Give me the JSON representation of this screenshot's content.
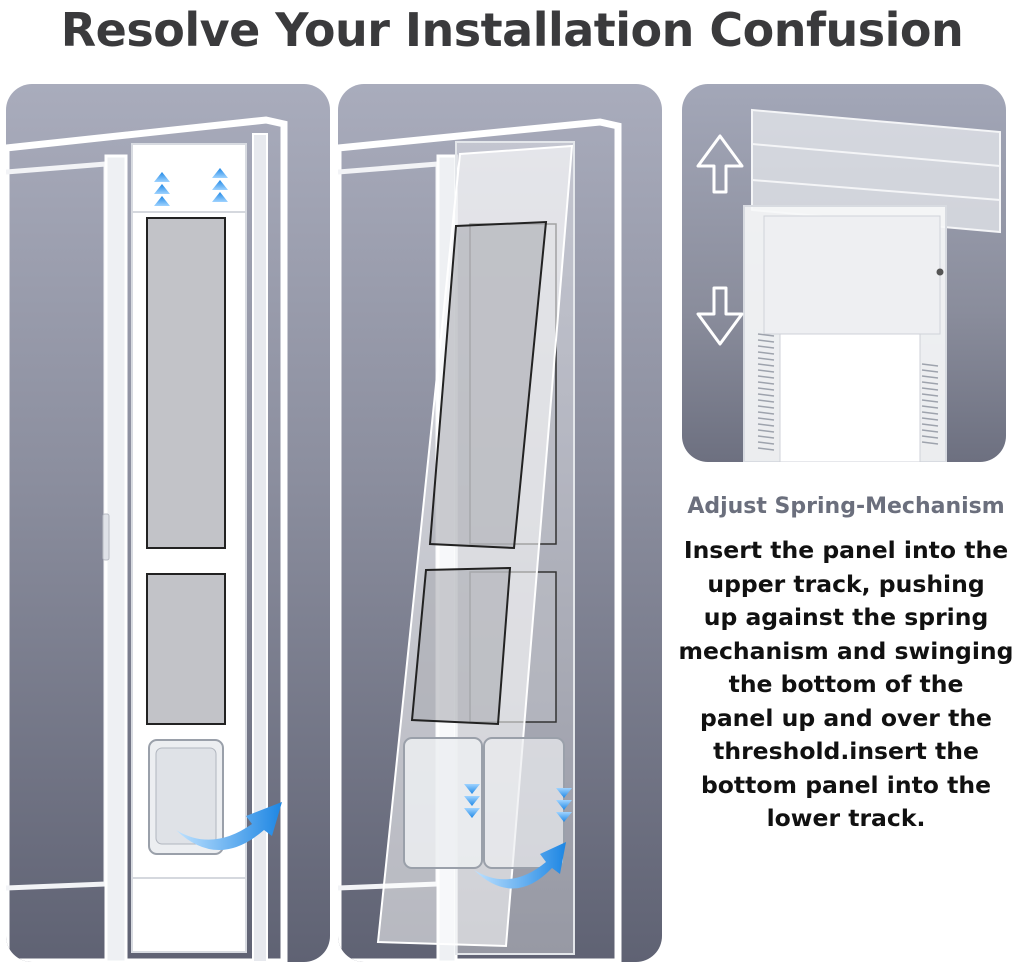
{
  "headline": "Resolve Your Installation Confusion",
  "caption": {
    "title": "Adjust Spring-Mechanism",
    "lines": [
      "Insert the panel into the",
      "upper track, pushing",
      "up against the spring",
      "mechanism and swinging",
      "the bottom of the",
      "panel up and over the",
      "threshold.insert the",
      "bottom panel into the",
      "lower track."
    ]
  },
  "colors": {
    "headline": "#3a3a3c",
    "caption_title": "#6b6f7d",
    "caption_body": "#111111",
    "arrow_blue": "#2b8fe0",
    "panel_top": "#a9acbc",
    "panel_bottom": "#5f6273"
  },
  "icons": [
    "double-up-arrow-icon",
    "double-down-arrow-icon",
    "curved-arrow-icon",
    "up-arrow-outline-icon",
    "down-arrow-outline-icon"
  ]
}
